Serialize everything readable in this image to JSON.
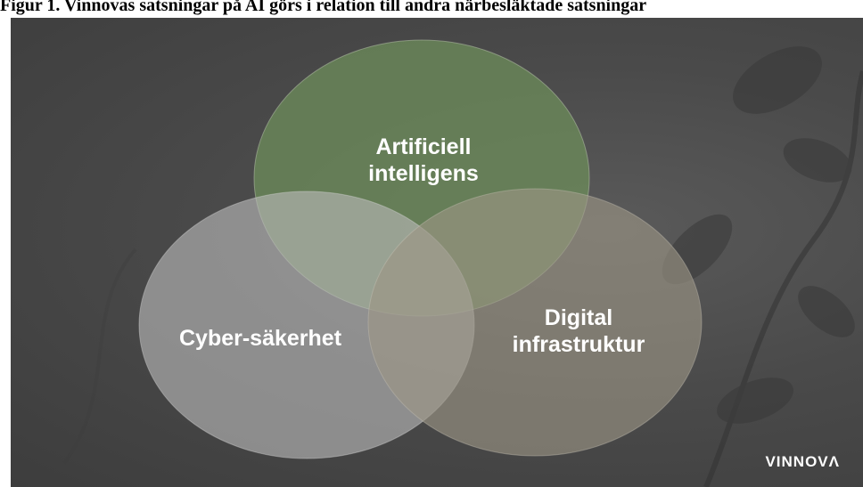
{
  "figure": {
    "caption": "Figur 1. Vinnovas satsningar på AI görs i relation till andra närbesläktade satsningar"
  },
  "venn": {
    "circles": [
      {
        "id": "ai",
        "label": "Artificiell\nintelligens",
        "color": "#6b8a5a"
      },
      {
        "id": "cyber",
        "label": "Cyber-säkerhet",
        "color": "#b3b3b3"
      },
      {
        "id": "infra",
        "label": "Digital\ninfrastruktur",
        "color": "#8f8a7c"
      }
    ]
  },
  "logo": {
    "text": "VINNOVΛ"
  },
  "colors": {
    "background": "#454545",
    "caption_text": "#000000",
    "label_text": "#ffffff"
  }
}
